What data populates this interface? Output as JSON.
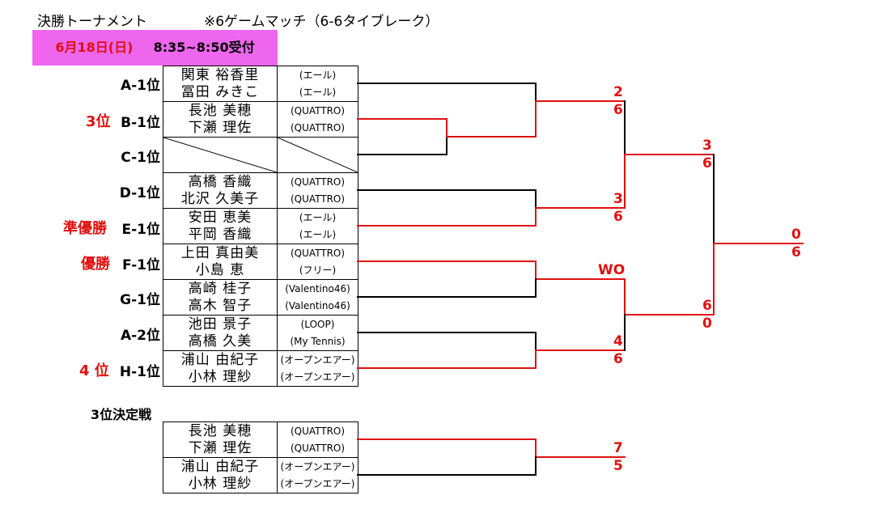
{
  "header": {
    "title": "決勝トーナメント",
    "format": "※6ゲームマッチ（6-6タイブレーク）",
    "date": "6月18日(日)",
    "time": "8:35~8:50受付"
  },
  "seeds": [
    "A-1位",
    "B-1位",
    "C-1位",
    "D-1位",
    "E-1位",
    "F-1位",
    "G-1位",
    "A-2位",
    "H-1位"
  ],
  "placements": {
    "third": "3位",
    "runner_up": "準優勝",
    "champion": "優勝",
    "fourth": "4 位"
  },
  "entries": [
    {
      "p1": "関東 裕香里",
      "p2": "冨田 みきこ",
      "c1": "(エール)",
      "c2": "(エール)"
    },
    {
      "p1": "長池 美穂",
      "p2": "下瀬 理佐",
      "c1": "(QUATTRO)",
      "c2": "(QUATTRO)"
    },
    {
      "p1": "",
      "p2": "",
      "c1": "",
      "c2": ""
    },
    {
      "p1": "高橋 香織",
      "p2": "北沢 久美子",
      "c1": "(QUATTRO)",
      "c2": "(QUATTRO)"
    },
    {
      "p1": "安田 恵美",
      "p2": "平岡 香織",
      "c1": "(エール)",
      "c2": "(エール)"
    },
    {
      "p1": "上田 真由美",
      "p2": "小島 恵",
      "c1": "(QUATTRO)",
      "c2": "(フリー)"
    },
    {
      "p1": "高崎 桂子",
      "p2": "高木 智子",
      "c1": "(Valentino46)",
      "c2": "(Valentino46)"
    },
    {
      "p1": "池田 景子",
      "p2": "高橋 久美",
      "c1": "(LOOP)",
      "c2": "(My Tennis)"
    },
    {
      "p1": "浦山 由紀子",
      "p2": "小林 理紗",
      "c1": "(オープンエアー)",
      "c2": "(オープンエアー)"
    }
  ],
  "third_place": {
    "label": "3位決定戦",
    "entries": [
      {
        "p1": "長池 美穂",
        "p2": "下瀬 理佐",
        "c1": "(QUATTRO)",
        "c2": "(QUATTRO)"
      },
      {
        "p1": "浦山 由紀子",
        "p2": "小林 理紗",
        "c1": "(オープンエアー)",
        "c2": "(オープンエアー)"
      }
    ],
    "score_top": "7",
    "score_bottom": "5"
  },
  "scores": {
    "r1_top_a": "2",
    "r1_top_b": "6",
    "r1_mid_a": "3",
    "r1_mid_b": "6",
    "r1_wo": "WO",
    "r1_bot_a": "4",
    "r1_bot_b": "6",
    "semi_top_a": "3",
    "semi_top_b": "6",
    "semi_bot_a": "6",
    "semi_bot_b": "0",
    "final_a": "0",
    "final_b": "6"
  },
  "colors": {
    "win_line": "#e01010",
    "banner": "#ee66ee"
  }
}
